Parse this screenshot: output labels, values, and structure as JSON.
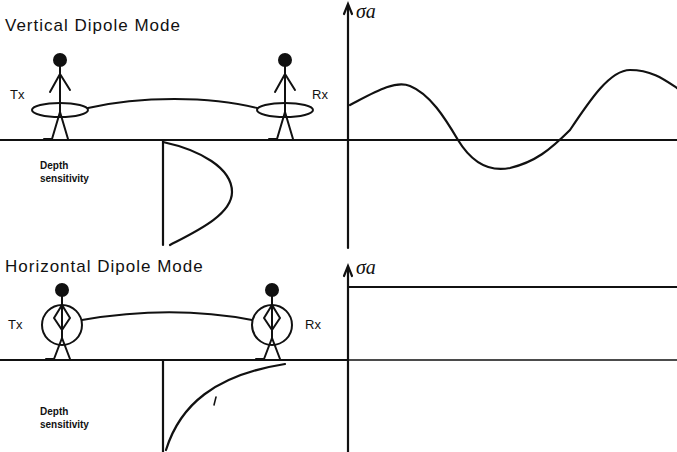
{
  "diagram": {
    "labels": [
      "Vertical Dipole Mode",
      "Tx",
      "Rx",
      "Depth sensitivity",
      "σa",
      "Horizontal Dipole Mode",
      "Tx",
      "Rx",
      "Depth sensitivity",
      "σa"
    ]
  }
}
